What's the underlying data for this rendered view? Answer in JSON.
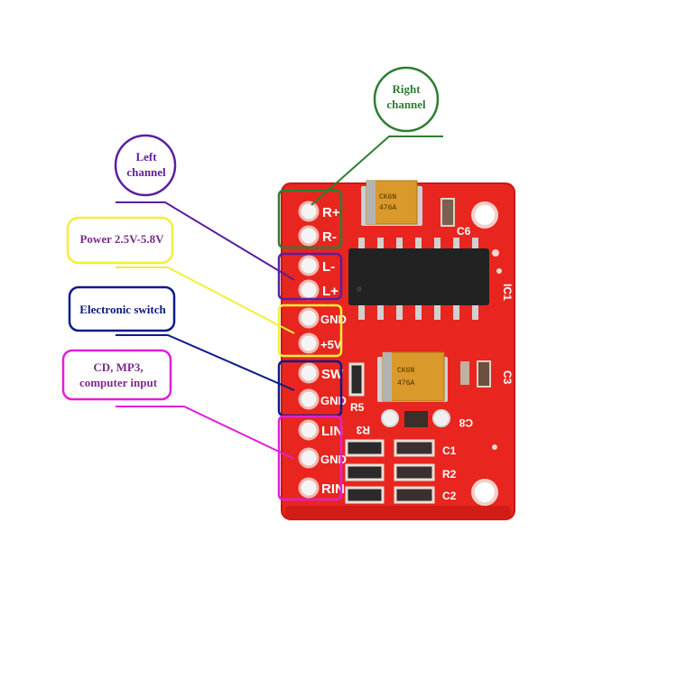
{
  "labels": {
    "right_channel": {
      "line1": "Right",
      "line2": "channel"
    },
    "left_channel": {
      "line1": "Left",
      "line2": "channel"
    },
    "power": "Power 2.5V-5.8V",
    "electronic_switch": "Electronic switch",
    "input": {
      "line1": "CD, MP3,",
      "line2": "computer input"
    }
  },
  "pins": [
    "R+",
    "R-",
    "L-",
    "L+",
    "GND",
    "+5V",
    "SW",
    "GND",
    "LIN",
    "GND",
    "RIN"
  ],
  "silkscreen": {
    "ic": "IC1",
    "c6": "C6",
    "c1": "C1",
    "c2": "C2",
    "c3": "C3",
    "c8": "C8",
    "r2": "R2",
    "r3": "R3",
    "r5": "R5"
  },
  "colors": {
    "pcb": "#e8261f",
    "pcb_edge": "#c81812",
    "right": "#2e7d32",
    "left": "#5b1fa0",
    "power": "#f2ee3a",
    "switch": "#0d1a8a",
    "input": "#e020d6"
  }
}
